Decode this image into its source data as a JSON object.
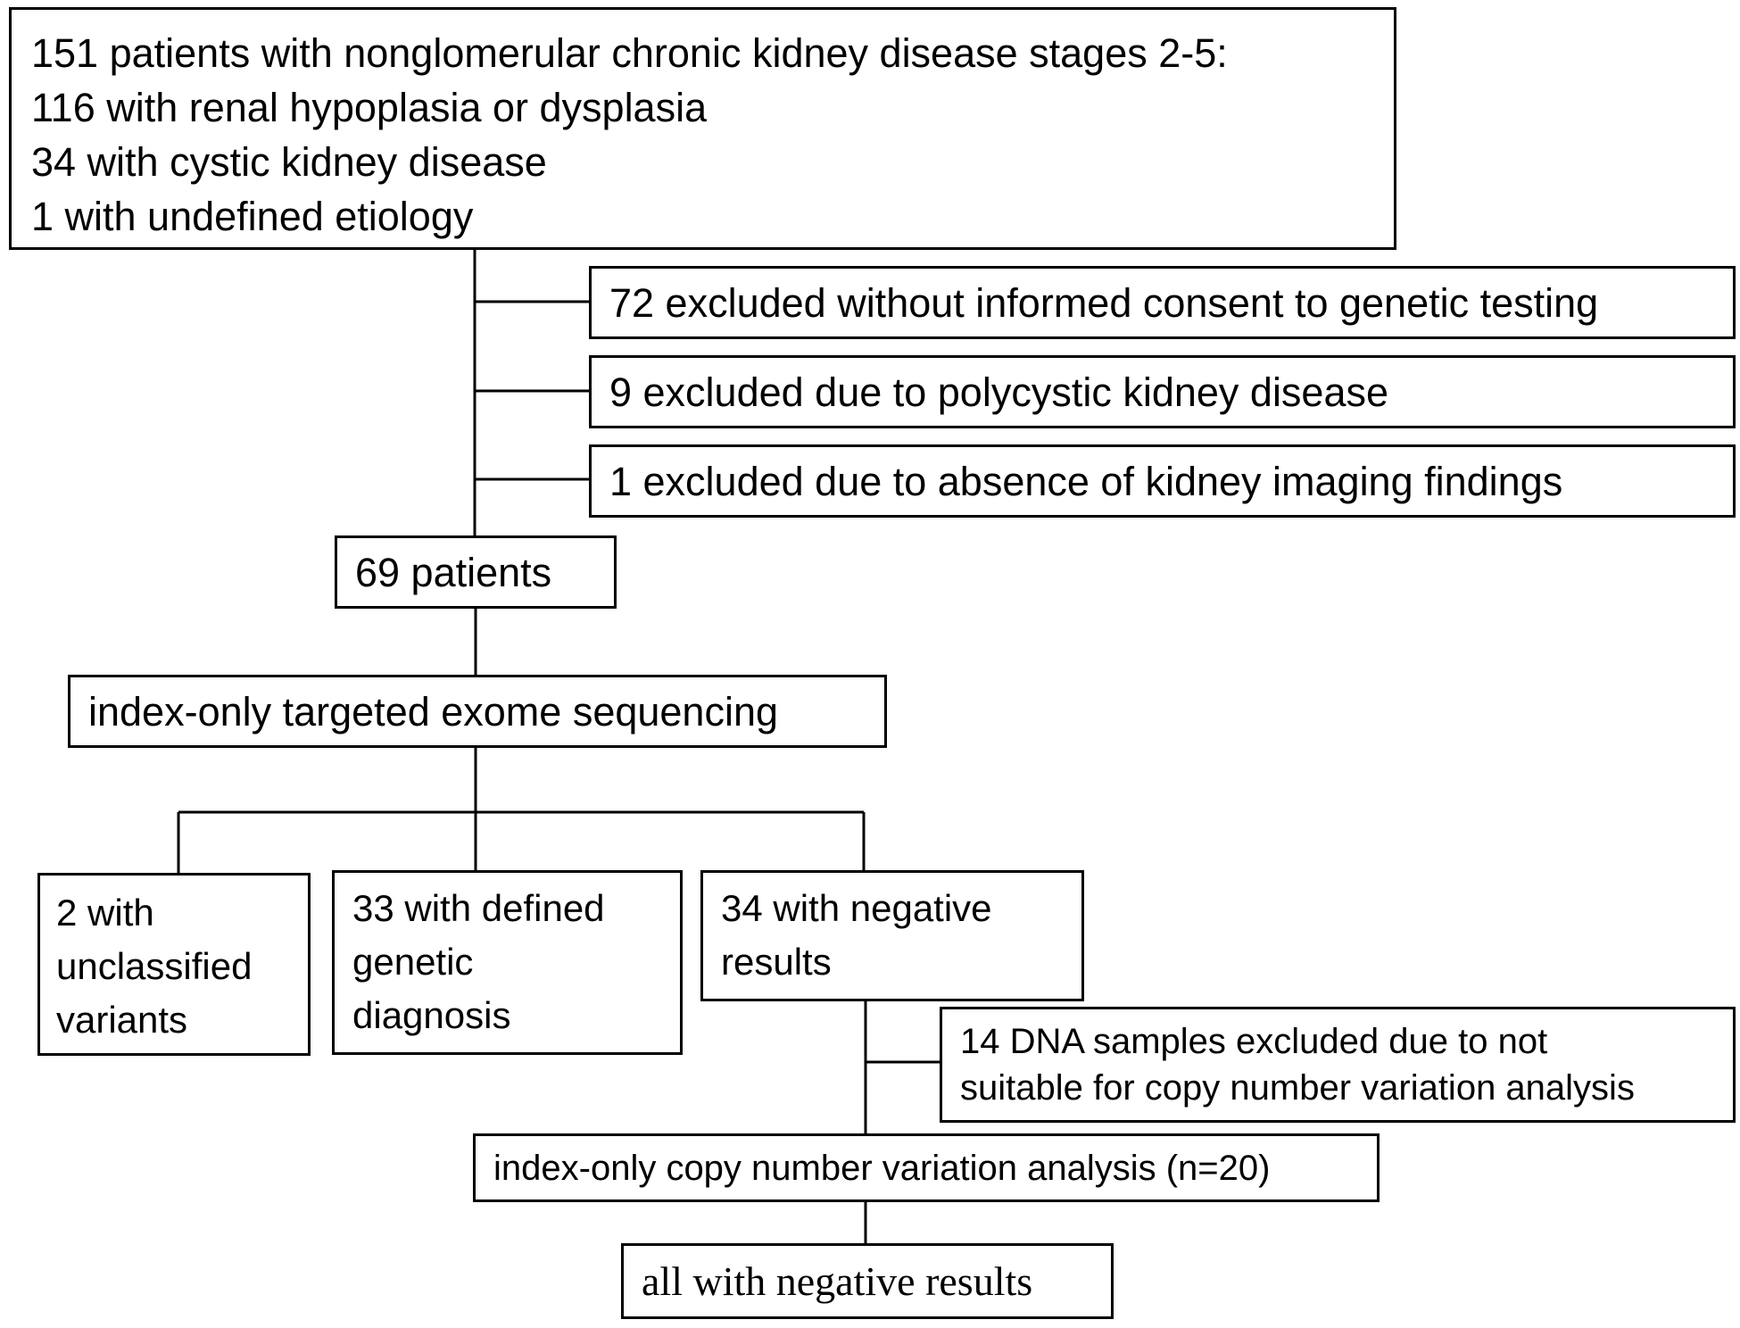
{
  "boxes": {
    "initial_cohort": {
      "lines": [
        "151 patients with nonglomerular chronic kidney disease stages 2-5:",
        "116 with renal hypoplasia or dysplasia",
        "34 with cystic kidney disease",
        "1 with undefined etiology"
      ]
    },
    "exclusion_consent": {
      "text": "72 excluded without informed consent to genetic testing"
    },
    "exclusion_polycystic": {
      "text": "9 excluded due to polycystic kidney disease"
    },
    "exclusion_imaging": {
      "text": "1 excluded due to absence of kidney imaging findings"
    },
    "included_patients": {
      "text": "69 patients"
    },
    "sequencing": {
      "text": "index-only targeted exome sequencing"
    },
    "unclassified": {
      "lines": [
        "2 with",
        "unclassified",
        "variants"
      ]
    },
    "defined_diagnosis": {
      "lines": [
        "33 with defined",
        "genetic",
        "diagnosis"
      ]
    },
    "negative_results": {
      "lines": [
        "34 with negative",
        "results"
      ]
    },
    "cnv_exclusion": {
      "lines": [
        "14 DNA samples excluded due to not",
        "suitable for copy number variation analysis"
      ]
    },
    "cnv_analysis": {
      "text": "index-only copy number variation analysis (n=20)"
    },
    "final_outcome": {
      "text": "all with negative results"
    }
  }
}
